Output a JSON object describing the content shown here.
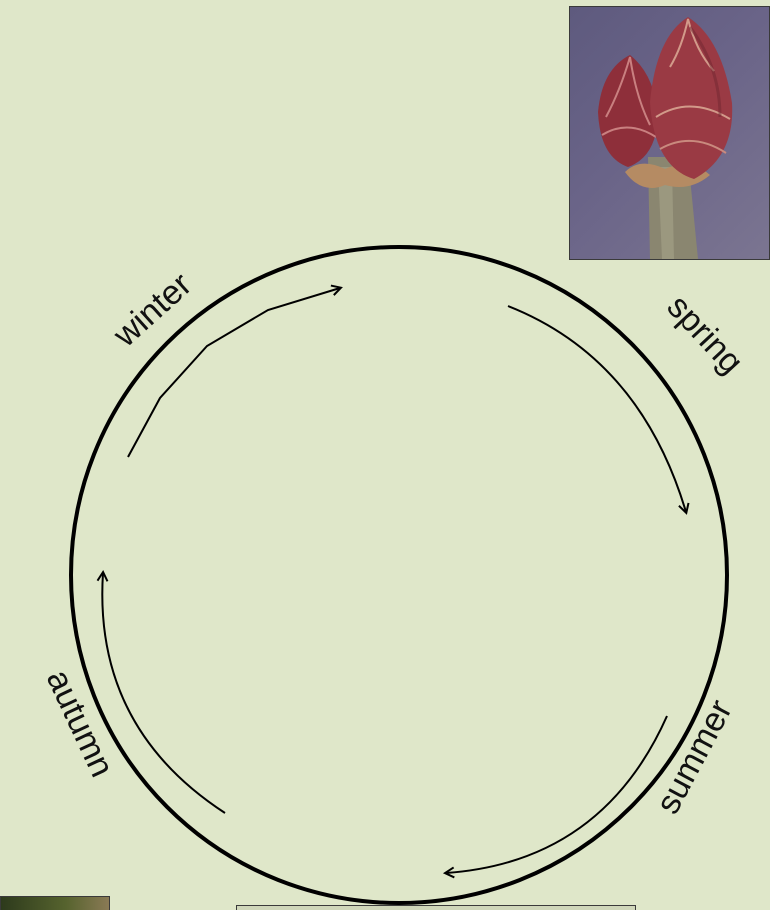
{
  "diagram": {
    "labels": {
      "winter": "winter",
      "spring": "spring",
      "summer": "summer",
      "autumn": "autumn"
    }
  },
  "images": {
    "top_right": "photo of two reddish-purple tree buds on a twig",
    "bottom_left": "photo (partially visible, cropped at bottom edge)",
    "bottom_center": "photo (partially visible, cropped at bottom edge)"
  },
  "colors": {
    "background": "#dfe7c9",
    "stroke": "#000000",
    "bud": "#8e2f3a"
  }
}
